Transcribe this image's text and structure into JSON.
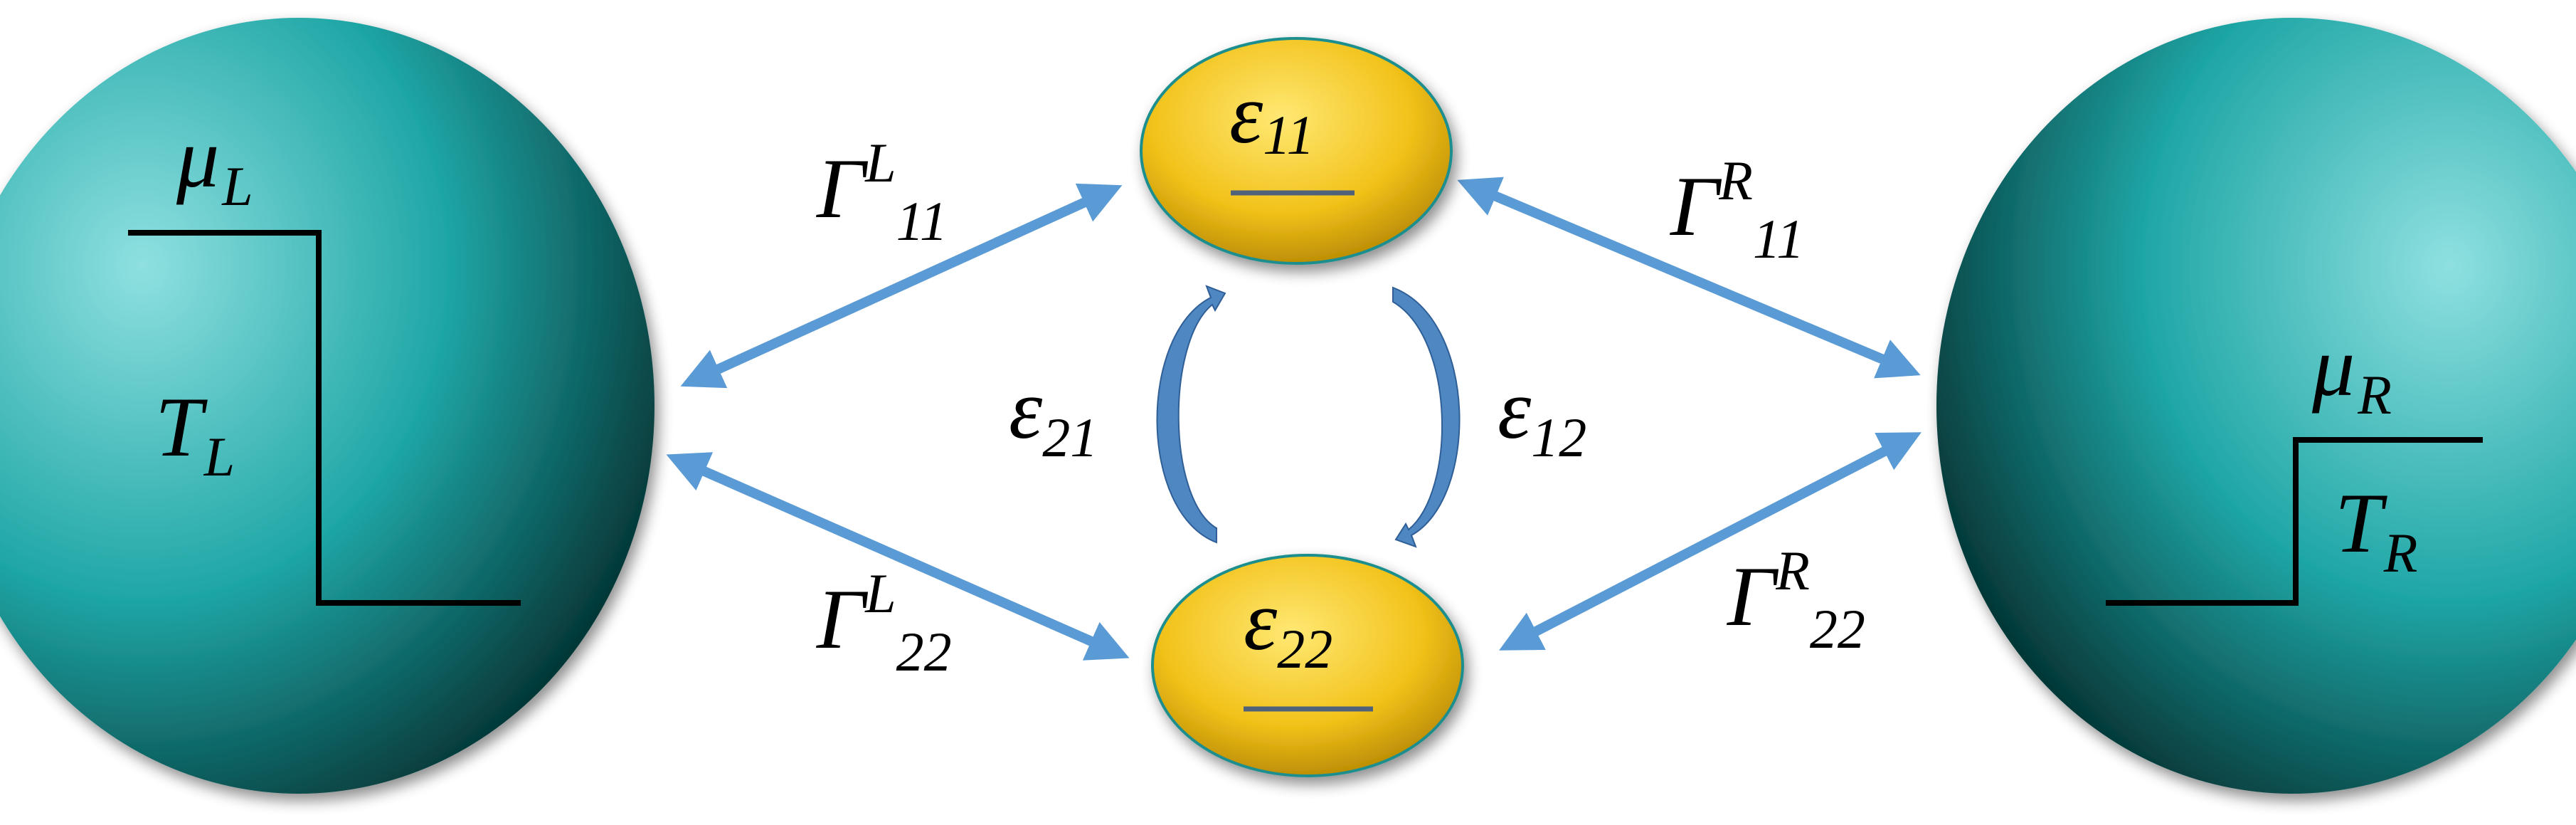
{
  "colors": {
    "reservoir": "#1fa6a6",
    "reservoir_light": "#8fe0e0",
    "reservoir_dark": "#053838",
    "dot": "#f2c21a",
    "dot_light": "#ffe873",
    "dot_dark": "#b38400",
    "arrow": "#5b9bd5",
    "curved_arrow": "#4f87c2",
    "step_line": "#000000",
    "level_line": "#50627a"
  },
  "left_reservoir": {
    "mu": "μ",
    "mu_sub": "L",
    "temp": "T",
    "temp_sub": "L"
  },
  "right_reservoir": {
    "mu": "μ",
    "mu_sub": "R",
    "temp": "T",
    "temp_sub": "R"
  },
  "dots": {
    "top": {
      "eps": "ε",
      "sub": "11"
    },
    "bottom": {
      "eps": "ε",
      "sub": "22"
    }
  },
  "couplings": {
    "left_top": {
      "gamma": "Γ",
      "sup": "L",
      "sub": "11"
    },
    "left_bottom": {
      "gamma": "Γ",
      "sup": "L",
      "sub": "22"
    },
    "right_top": {
      "gamma": "Γ",
      "sup": "R",
      "sub": "11"
    },
    "right_bottom": {
      "gamma": "Γ",
      "sup": "R",
      "sub": "22"
    }
  },
  "interdot": {
    "left": {
      "eps": "ε",
      "sub": "21"
    },
    "right": {
      "eps": "ε",
      "sub": "12"
    }
  }
}
